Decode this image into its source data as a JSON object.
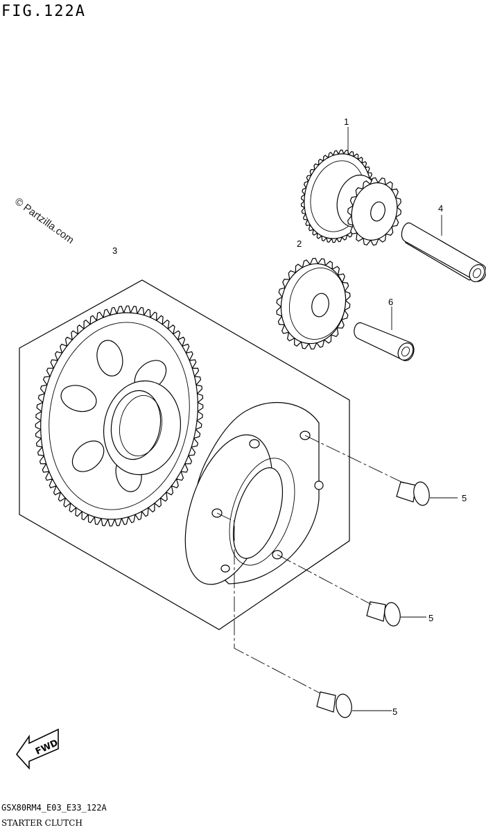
{
  "figure": {
    "title": "FIG.122A",
    "watermark": "© Partzilla.com",
    "model_code": "GSX80RM4_E03_E33_122A",
    "caption": "STARTER CLUTCH"
  },
  "callouts": [
    "1",
    "2",
    "3",
    "4",
    "5",
    "5",
    "5",
    "6"
  ],
  "fwd_label": "FWD"
}
